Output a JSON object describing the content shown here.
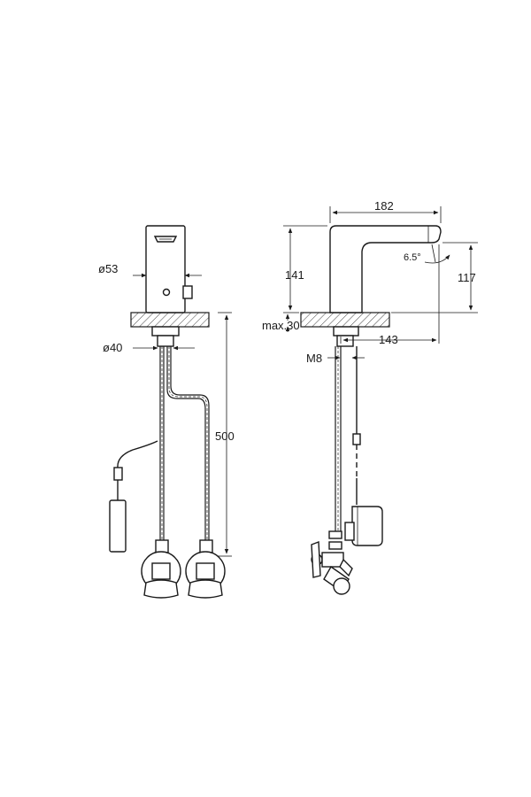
{
  "drawing": {
    "dims": {
      "front_body_diameter": "ø53",
      "front_base_diameter": "ø40",
      "hose_length": "500",
      "spout_reach": "182",
      "body_height": "141",
      "outlet_height": "117",
      "spout_angle": "6.5°",
      "max_counter_thickness": "max.30",
      "projection": "143",
      "thread": "M8"
    }
  }
}
